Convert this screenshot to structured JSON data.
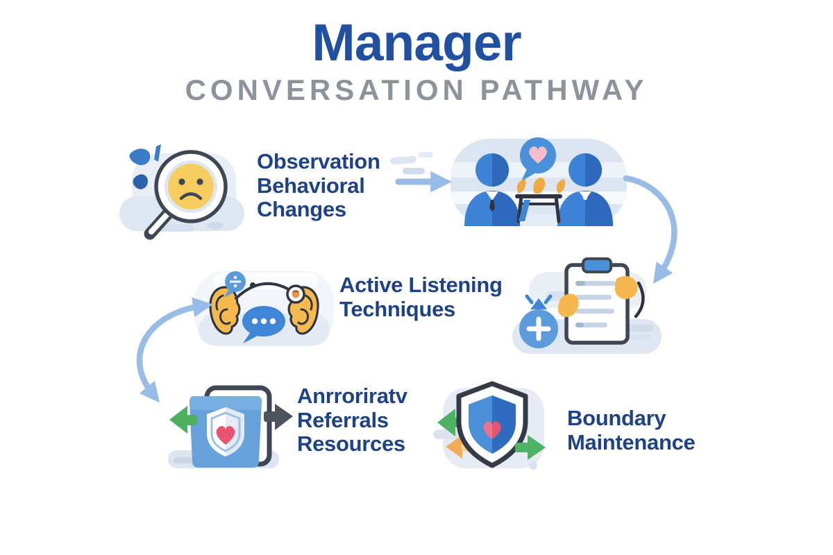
{
  "header": {
    "title": "Manager",
    "subtitle": "CONVERSATION PATHWAY"
  },
  "steps": [
    {
      "id": "observation",
      "label": "Observation\nBehavioral\nChanges",
      "icon": "magnifying-glass-sad-face-icon"
    },
    {
      "id": "conversation-meeting",
      "label": "",
      "icon": "two-people-conversation-icon"
    },
    {
      "id": "active-listening",
      "label": "Active Listening\nTechniques",
      "icon": "ears-speech-bubble-icon"
    },
    {
      "id": "assessment-checklist",
      "label": "",
      "icon": "clipboard-checklist-icon"
    },
    {
      "id": "referrals",
      "label": "Anrroriratv\nReferrals\nResources",
      "icon": "folder-shield-heart-icon"
    },
    {
      "id": "boundary-maintenance",
      "label": "Boundary\nMaintenance",
      "icon": "shield-heart-arrows-icon"
    }
  ],
  "colors": {
    "title_blue": "#2150a2",
    "subtitle_gray": "#8d939c",
    "label_navy": "#1d4287",
    "connector_blue": "#97bce7",
    "primary_blue": "#3d84d8",
    "dark_blue": "#2e69bd",
    "accent_yellow": "#f5b74e",
    "heart_pink": "#ee5f7d",
    "green": "#4db364",
    "orange": "#f3ac55",
    "dark_gray": "#4d525c",
    "outline_dark": "#3f4654",
    "blob_gray_blue": "#e3eaf4"
  }
}
